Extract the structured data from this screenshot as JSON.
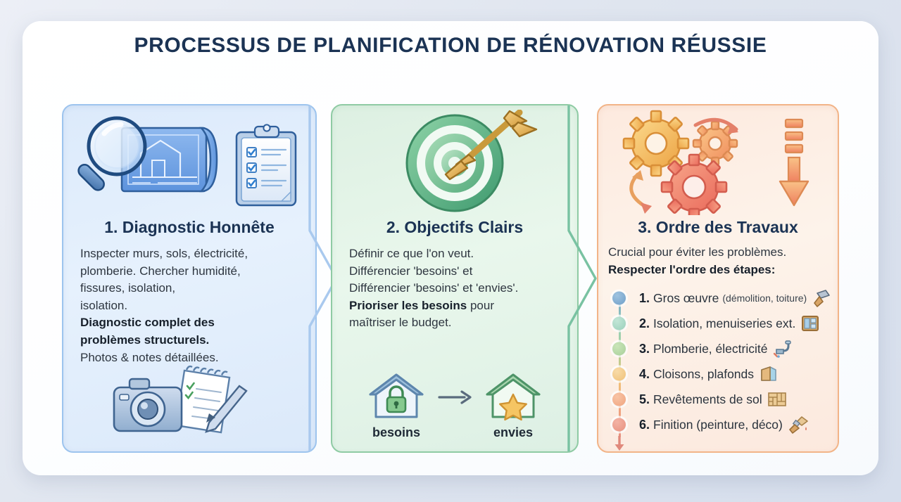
{
  "title": "PROCESSUS DE PLANIFICATION DE RÉNOVATION RÉUSSIE",
  "colors": {
    "title": "#1b3354",
    "panel1_border": "#9dc4ee",
    "panel2_border": "#8fcba4",
    "panel3_border": "#f2b488",
    "panel1_bg": "#e0edfc",
    "panel2_bg": "#e5f5e9",
    "panel3_bg": "#fdf0e6",
    "card_bg": "#ffffff",
    "page_bg": "#e4e9f2"
  },
  "panels": [
    {
      "id": "diagnostic",
      "heading": "1. Diagnostic Honnête",
      "icons_top": [
        "magnifier-icon",
        "blueprint-icon",
        "clipboard-checklist-icon"
      ],
      "body": [
        {
          "text": "Inspecter murs, sols, électricité,",
          "bold": false
        },
        {
          "text": "plomberie. Chercher humidité,",
          "bold": false
        },
        {
          "text": "fissures, isolation,",
          "bold": false
        },
        {
          "text": "isolation.",
          "bold": false
        },
        {
          "text": "Diagnostic complet des",
          "bold": true
        },
        {
          "text": "problèmes structurels.",
          "bold": true
        },
        {
          "text": "Photos & notes détaillées.",
          "bold": false
        }
      ],
      "icons_bottom": [
        "camera-icon",
        "notepad-pen-icon"
      ]
    },
    {
      "id": "objectifs",
      "heading": "2. Objectifs Clairs",
      "icons_top": [
        "target-arrow-icon"
      ],
      "body": [
        {
          "text": "Définir ce que l'on veut.",
          "bold": false
        },
        {
          "text": "Différencier 'besoins' et",
          "bold": false
        },
        {
          "text": "Différencier 'besoins' et 'envies'.",
          "bold": false
        },
        {
          "text": "Prioriser les besoins",
          "bold": true,
          "suffix": " pour"
        },
        {
          "text": "maîtriser le budget.",
          "bold": false
        }
      ],
      "compare": {
        "left": {
          "label": "besoins",
          "icon": "house-lock-icon"
        },
        "arrow": "arrow-right-icon",
        "right": {
          "label": "envies",
          "icon": "house-star-icon"
        }
      }
    },
    {
      "id": "ordre-travaux",
      "heading": "3. Ordre des Travaux",
      "icons_top": [
        "gears-icon",
        "cycle-arrows-icon",
        "down-arrow-icon"
      ],
      "body": [
        {
          "text": "Crucial pour éviter les problèmes.",
          "bold": false
        },
        {
          "text": "Respecter l'ordre des étapes:",
          "bold": true
        }
      ],
      "steps": [
        {
          "num": "1.",
          "text": "Gros œuvre",
          "sub": "(démolition, toiture)",
          "icon": "hammer-icon",
          "dot": "#6f9fc8"
        },
        {
          "num": "2.",
          "text": "Isolation, menuiseries ext.",
          "sub": "",
          "icon": "window-icon",
          "dot": "#9ad0bb"
        },
        {
          "num": "3.",
          "text": "Plomberie, électricité",
          "sub": "",
          "icon": "faucet-icon",
          "dot": "#a8d09a"
        },
        {
          "num": "4.",
          "text": "Cloisons, plafonds",
          "sub": "",
          "icon": "drywall-icon",
          "dot": "#f0c178"
        },
        {
          "num": "5.",
          "text": "Revêtements de sol",
          "sub": "",
          "icon": "floor-tiles-icon",
          "dot": "#f0a47e"
        },
        {
          "num": "6.",
          "text": "Finition (peinture, déco)",
          "sub": "",
          "icon": "paintbrush-icon",
          "dot": "#e8917f"
        }
      ]
    }
  ]
}
